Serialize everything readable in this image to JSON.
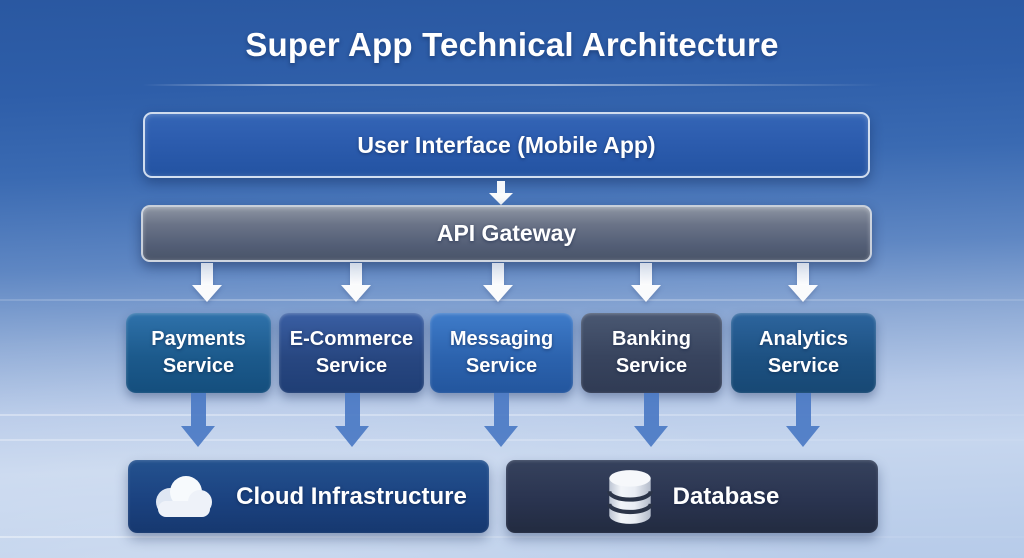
{
  "title": "Super App Technical Architecture",
  "layers": {
    "ui": {
      "label": "User Interface (Mobile App)"
    },
    "gateway": {
      "label": "API Gateway"
    },
    "services": [
      {
        "line1": "Payments",
        "line2": "Service"
      },
      {
        "line1": "E-Commerce",
        "line2": "Service"
      },
      {
        "line1": "Messaging",
        "line2": "Service"
      },
      {
        "line1": "Banking",
        "line2": "Service"
      },
      {
        "line1": "Analytics",
        "line2": "Service"
      }
    ],
    "infrastructure": [
      {
        "label": "Cloud Infrastructure",
        "icon": "cloud-icon"
      },
      {
        "label": "Database",
        "icon": "database-icon"
      }
    ]
  },
  "connectors": {
    "ui_to_gateway": "arrow-down-icon",
    "gateway_to_services_count": 5,
    "services_to_infra_count": 5
  },
  "colors": {
    "background_top": "#2a58a1",
    "background_bottom": "#b7cbe9",
    "ui_box": "#2c5cae",
    "gateway_box": "#5a6479",
    "payments_box": "#1c5a8c",
    "ecommerce_box": "#284781",
    "messaging_box": "#2c63ae",
    "banking_box": "#38445e",
    "analytics_box": "#1d5182",
    "cloud_box": "#1b4280",
    "database_box": "#2a3450",
    "connector_white": "#ffffff",
    "connector_blue": "#4b79c4",
    "text": "#ffffff"
  }
}
